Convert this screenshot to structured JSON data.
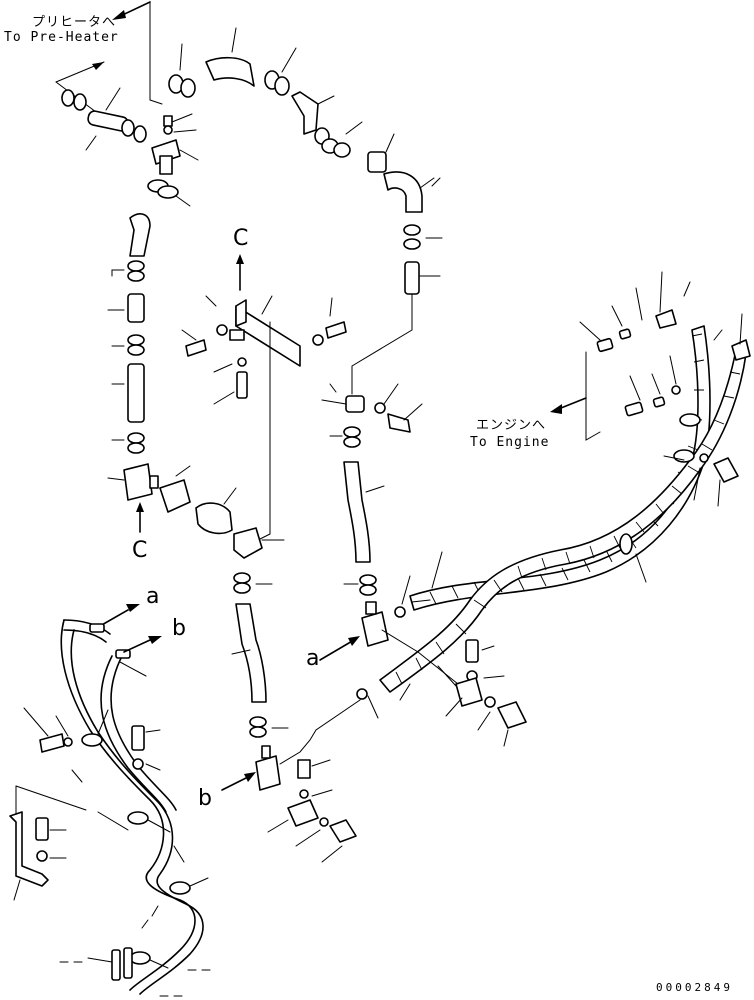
{
  "labels": {
    "preheater_jp": "プリヒータへ",
    "preheater_en": "To Pre-Heater",
    "engine_jp": "エンジンへ",
    "engine_en": "To Engine",
    "ref_c_top": "C",
    "ref_c_bottom": "C",
    "ref_a_right": "a",
    "ref_b_right": "b",
    "ref_a_left": "a",
    "ref_b_left": "b",
    "drawing_code": "00002849"
  },
  "colors": {
    "ink": "#000000",
    "paper": "#ffffff"
  }
}
